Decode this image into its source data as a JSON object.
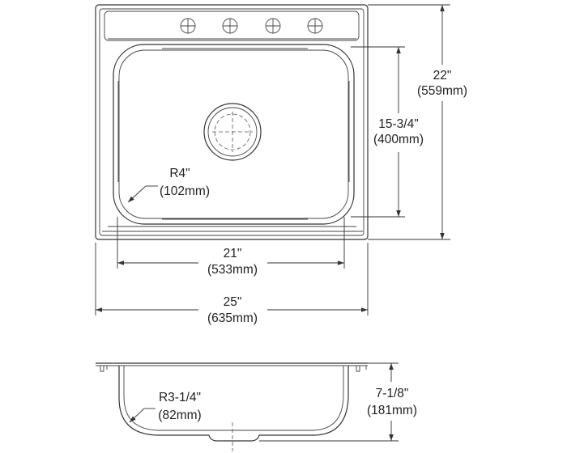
{
  "top_view": {
    "overall_width": {
      "in": "25\"",
      "mm": "(635mm)"
    },
    "overall_depth": {
      "in": "22\"",
      "mm": "(559mm)"
    },
    "bowl_width": {
      "in": "21\"",
      "mm": "(533mm)"
    },
    "bowl_depth": {
      "in": "15-3/4\"",
      "mm": "(400mm)"
    },
    "corner_radius": {
      "in": "R4\"",
      "mm": "(102mm)"
    }
  },
  "side_view": {
    "bottom_radius": {
      "in": "R3-1/4\"",
      "mm": "(82mm)"
    },
    "bowl_height": {
      "in": "7-1/8\"",
      "mm": "(181mm)"
    }
  },
  "colors": {
    "line": "#333333",
    "background": "#ffffff"
  }
}
